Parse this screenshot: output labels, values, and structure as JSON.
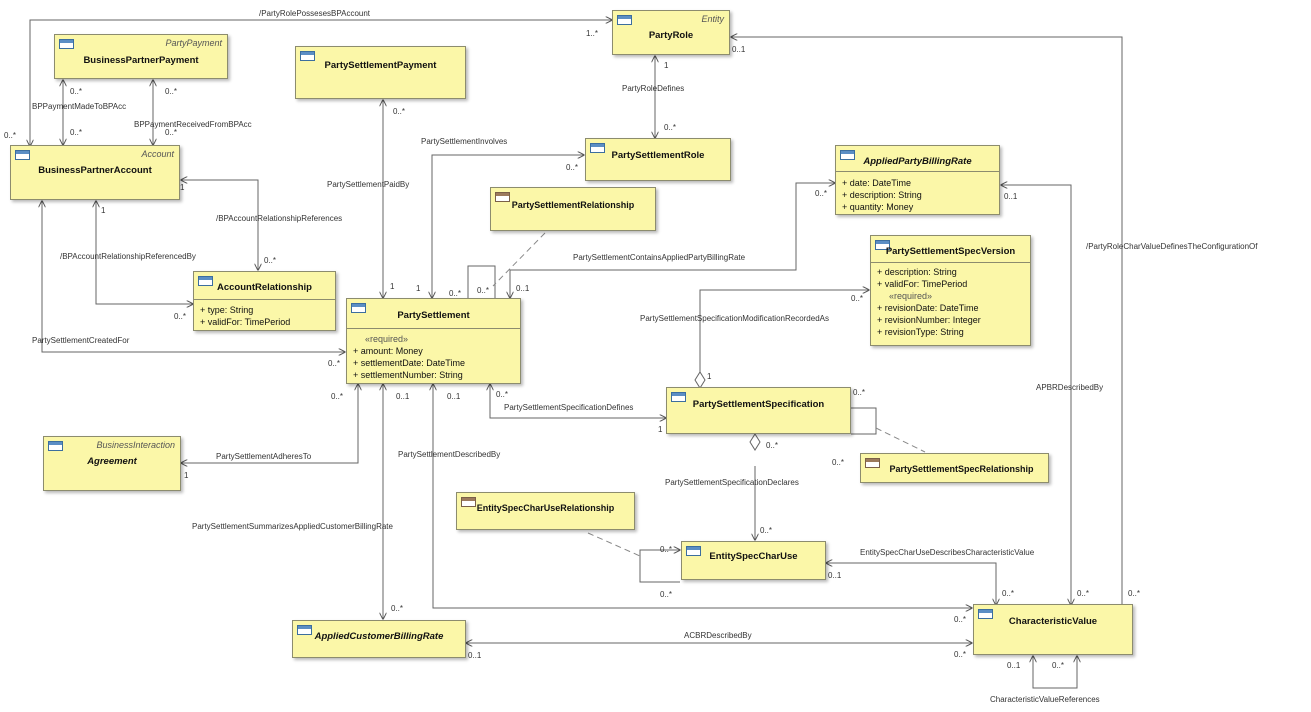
{
  "classes": {
    "party_role": {
      "stereotype": "Entity",
      "name": "PartyRole"
    },
    "business_partner_payment": {
      "stereotype": "PartyPayment",
      "name": "BusinessPartnerPayment"
    },
    "party_settlement_payment": {
      "name": "PartySettlementPayment"
    },
    "business_partner_account": {
      "stereotype": "Account",
      "name": "BusinessPartnerAccount"
    },
    "party_settlement_role": {
      "name": "PartySettlementRole"
    },
    "applied_party_billing_rate": {
      "name": "AppliedPartyBillingRate",
      "attributes": [
        "+   date: DateTime",
        "+   description: String",
        "+   quantity: Money"
      ]
    },
    "party_settlement_relationship": {
      "name": "PartySettlementRelationship"
    },
    "party_settlement_spec_version": {
      "name": "PartySettlementSpecVersion",
      "attributes": [
        "+   description: String",
        "+   validFor: TimePeriod"
      ],
      "required_label": "«required»",
      "required_attributes": [
        "+   revisionDate: DateTime",
        "+   revisionNumber: Integer",
        "+   revisionType: String"
      ]
    },
    "account_relationship": {
      "name": "AccountRelationship",
      "attributes": [
        "+   type: String",
        "+   validFor: TimePeriod"
      ]
    },
    "party_settlement": {
      "name": "PartySettlement",
      "required_label": "«required»",
      "required_attributes": [
        "+   amount: Money",
        "+   settlementDate: DateTime",
        "+   settlementNumber: String"
      ]
    },
    "party_settlement_specification": {
      "name": "PartySettlementSpecification"
    },
    "agreement": {
      "stereotype": "BusinessInteraction",
      "name": "Agreement"
    },
    "party_settlement_spec_relationship": {
      "name": "PartySettlementSpecRelationship"
    },
    "entity_spec_char_use_relationship": {
      "name": "EntitySpecCharUseRelationship"
    },
    "entity_spec_char_use": {
      "name": "EntitySpecCharUse"
    },
    "applied_customer_billing_rate": {
      "name": "AppliedCustomerBillingRate"
    },
    "characteristic_value": {
      "name": "CharacteristicValue"
    }
  },
  "labels": {
    "party_role_possesses_bp_account": "/PartyRolePossesesBPAccount",
    "party_role_defines": "PartyRoleDefines",
    "bp_payment_made_to_bpacc": "BPPaymentMadeToBPAcc",
    "bp_payment_received_from_bpacc": "BPPaymentReceivedFromBPAcc",
    "party_settlement_involves": "PartySettlementInvolves",
    "party_settlement_paid_by": "PartySettlementPaidBy",
    "bp_account_relationship_references": "/BPAccountRelationshipReferences",
    "bp_account_relationship_referenced_by": "/BPAccountRelationshipReferencedBy",
    "party_settlement_contains_applied_party_billing_rate": "PartySettlementContainsAppliedPartyBillingRate",
    "party_role_char_value_defines_configuration_of": "/PartyRoleCharValueDefinesTheConfigurationOf",
    "party_settlement_created_for": "PartySettlementCreatedFor",
    "party_settlement_specification_modification_recorded_as": "PartySettlementSpecificationModificationRecordedAs",
    "party_settlement_specification_defines": "PartySettlementSpecificationDefines",
    "apbr_described_by": "APBRDescribedBy",
    "party_settlement_adheres_to": "PartySettlementAdheresTo",
    "party_settlement_described_by": "PartySettlementDescribedBy",
    "party_settlement_specification_declares": "PartySettlementSpecificationDeclares",
    "party_settlement_summarizes_applied_customer_billing_rate": "PartySettlementSummarizesAppliedCustomerBillingRate",
    "entity_spec_char_use_describes_characteristic_value": "EntitySpecCharUseDescribesCharacteristicValue",
    "acbr_described_by": "ACBRDescribedBy",
    "characteristic_value_references": "CharacteristicValueReferences"
  },
  "multiplicities": {
    "pr_bpa_src": "1..*",
    "pr_bpa_dst": "0..*",
    "pr_cv": "0..1",
    "pr_def_top": "1",
    "pr_def_bot": "0..*",
    "bpp_made_top": "0..*",
    "bpp_made_bot": "0..*",
    "bpp_recv_top": "0..*",
    "bpp_recv_bot": "0..*",
    "psp_top": "0..*",
    "ps_paidby": "1",
    "psr_left": "0..*",
    "ps_inv": "1",
    "bpa_ref": "1",
    "bpa_refby": "1",
    "ar_ref": "0..*",
    "ar_refby": "0..*",
    "ps_self_a": "0..*",
    "ps_self_b": "0..*",
    "apbr_left": "0..*",
    "ps_apbr": "0..1",
    "apbr_right": "0..1",
    "pssv_left": "0..*",
    "pss_agg_vers": "1",
    "ps_created": "0..*",
    "ps_adh": "0..*",
    "agr": "1",
    "ps_sum": "0..1",
    "ps_desc": "0..1",
    "ps_def": "0..*",
    "pss_def": "1",
    "pss_self": "0..*",
    "pss_decl": "0..*",
    "pssr": "0..*",
    "escu_top": "0..*",
    "escu_self_a": "0..*",
    "escu_self_b": "0..*",
    "escu_cv": "0..1",
    "acbr_top": "0..*",
    "acbr_right": "0..1",
    "cv_a": "0..*",
    "cv_b": "0..*",
    "cv_c": "0..*",
    "cv_d": "0..*",
    "cv_e": "0..*",
    "cv_self_a": "0..1",
    "cv_self_b": "0..*"
  }
}
